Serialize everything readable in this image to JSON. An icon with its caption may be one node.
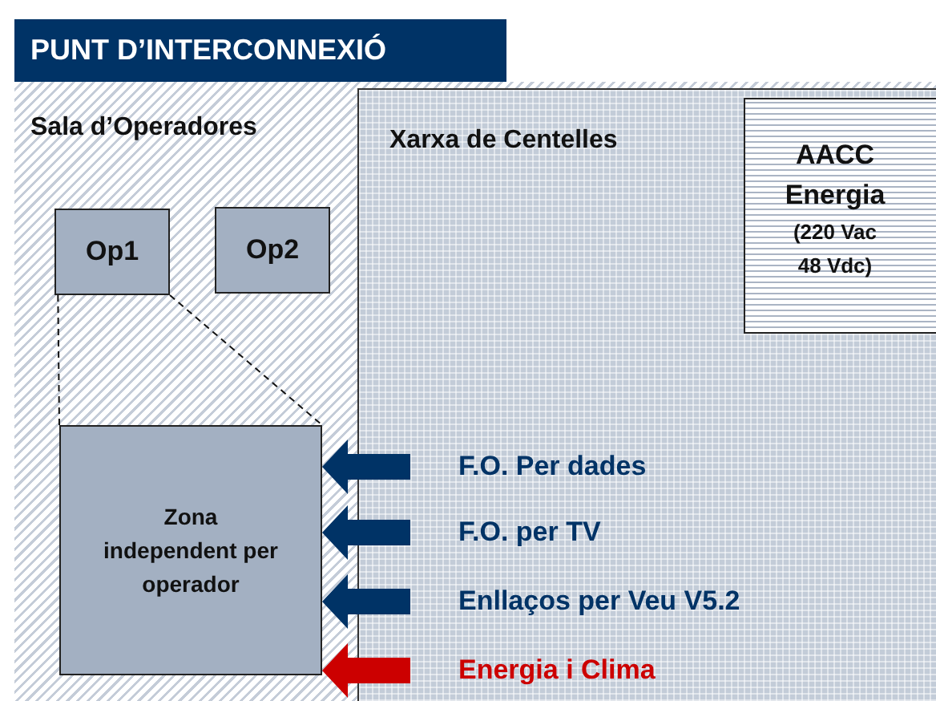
{
  "diagram": {
    "nodes": [
      {
        "text": [
          "PUNT D’INTERCONNEXIÓ",
          "Sala d’Operadores"
        ]
      },
      {
        "text": [
          "Xarxa de Centelles"
        ],
        "in": 0
      },
      {
        "text": [
          "AACC Energia",
          "(220 Vac 48 Vdc)"
        ],
        "in": 1
      },
      {
        "text": [
          "Op1"
        ],
        "in": 0
      },
      {
        "text": [
          "Op2"
        ],
        "in": 0
      },
      {
        "text": [
          "Zona independent per operador"
        ],
        "in": 0
      },
      {
        "text": [
          "F.O. Per dades"
        ],
        "in": 1
      },
      {
        "text": [
          "F.O. per TV"
        ],
        "in": 1
      },
      {
        "text": [
          "Enllaços per Veu V5.2"
        ],
        "in": 1
      },
      {
        "text": [
          "Energia i Clima"
        ],
        "in": 1
      }
    ],
    "edges": [
      {
        "from": 3,
        "to": 5,
        "arrow": "none",
        "style": "dashed"
      },
      {
        "from": 3,
        "to": 5,
        "arrow": "none",
        "style": "dashed"
      },
      {
        "from": 6,
        "to": 5,
        "arrow": "to",
        "style": "thick"
      },
      {
        "from": 7,
        "to": 5,
        "arrow": "to",
        "style": "thick"
      },
      {
        "from": 8,
        "to": 5,
        "arrow": "to",
        "style": "thick"
      },
      {
        "from": 9,
        "to": 5,
        "arrow": "to",
        "style": "thick",
        "color": "#cc0000"
      }
    ]
  }
}
